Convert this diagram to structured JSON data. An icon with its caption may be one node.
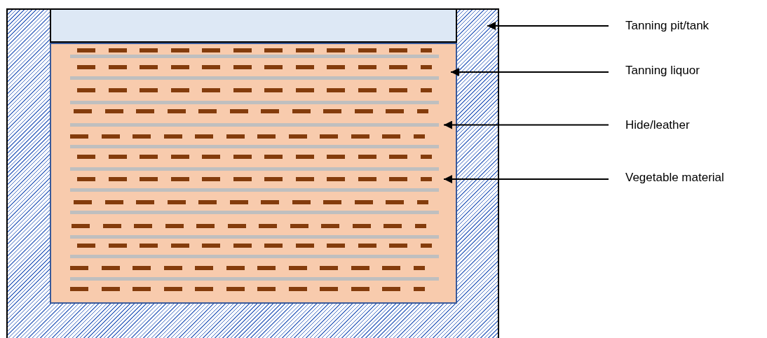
{
  "diagram": {
    "nodes": [
      {
        "text": [
          "Tanning pit/tank"
        ]
      },
      {
        "text": [
          "Tanning liquor"
        ]
      },
      {
        "text": [
          "Hide/leather"
        ]
      },
      {
        "text": [
          "Vegetable material"
        ]
      },
      {
        "text": [],
        "shape": "box"
      },
      {
        "text": [],
        "shape": "box",
        "in": 4
      },
      {
        "text": [],
        "shape": "bar",
        "in": 5
      },
      {
        "text": [],
        "shape": "bar",
        "in": 5
      },
      {
        "text": [],
        "shape": "box",
        "in": 4
      }
    ],
    "edges": [
      {
        "from": 0,
        "to": 4,
        "arrow": "to"
      },
      {
        "from": 1,
        "to": 5,
        "arrow": "to"
      },
      {
        "from": 2,
        "to": 6,
        "arrow": "to"
      },
      {
        "from": 3,
        "to": 7,
        "arrow": "to"
      }
    ]
  }
}
